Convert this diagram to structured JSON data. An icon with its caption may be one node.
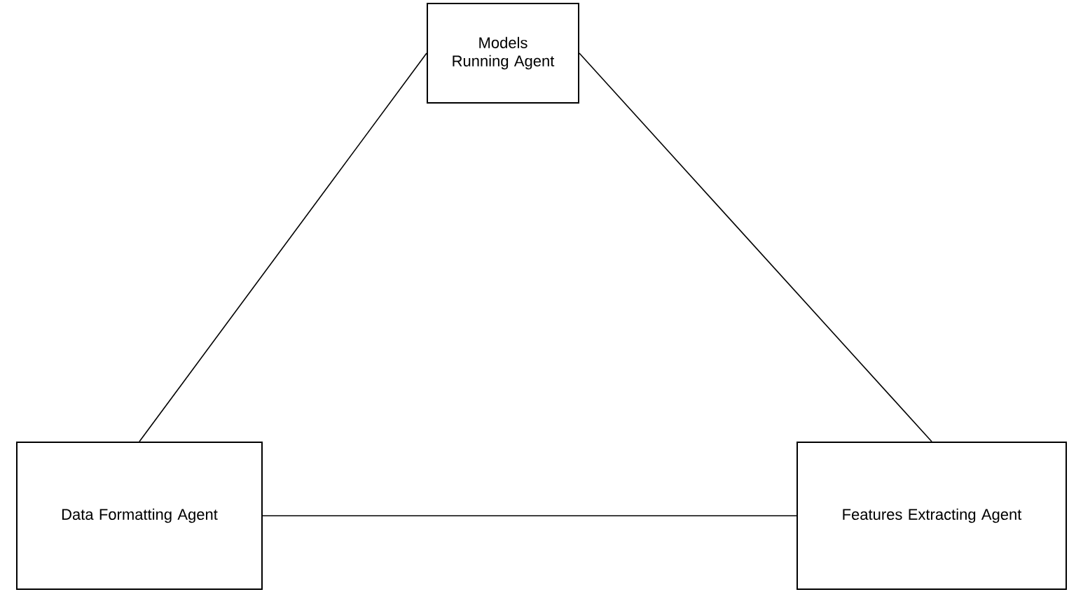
{
  "diagram": {
    "nodes": [
      {
        "text": [
          "Models Running Agent"
        ]
      },
      {
        "text": [
          "Data Formatting Agent"
        ]
      },
      {
        "text": [
          "Features Extracting Agent"
        ]
      }
    ],
    "edges": [
      {
        "from": 0,
        "to": 1,
        "arrow": "none"
      },
      {
        "from": 0,
        "to": 2,
        "arrow": "none"
      },
      {
        "from": 1,
        "to": 2,
        "arrow": "none"
      }
    ]
  }
}
